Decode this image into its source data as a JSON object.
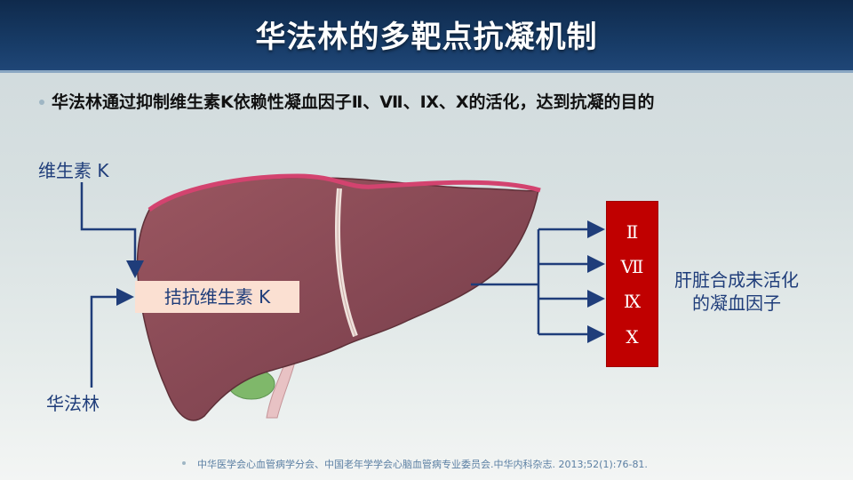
{
  "title": "华法林的多靶点抗凝机制",
  "subtitle": "华法林通过抑制维生素K依赖性凝血因子Ⅱ、Ⅶ、Ⅸ、Ⅹ的活化，达到抗凝的目的",
  "diagram": {
    "vitamin_k_label": "维生素 K",
    "warfarin_label": "华法林",
    "antagonist_label": "拮抗维生素 K",
    "factors": [
      "Ⅱ",
      "Ⅶ",
      "Ⅸ",
      "Ⅹ"
    ],
    "result_line1": "肝脏合成未活化",
    "result_line2": "的凝血因子"
  },
  "citation": "中华医学会心血管病学分会、中国老年学学会心脑血管病专业委员会.中华内科杂志. 2013;52(1):76-81.",
  "colors": {
    "header": "#173b66",
    "factor_box": "#c00000",
    "label_text": "#1f3d7a",
    "antagonist_bg": "#fbe0d2",
    "liver": "#8a4a55",
    "arrow": "#1f3d7a"
  }
}
